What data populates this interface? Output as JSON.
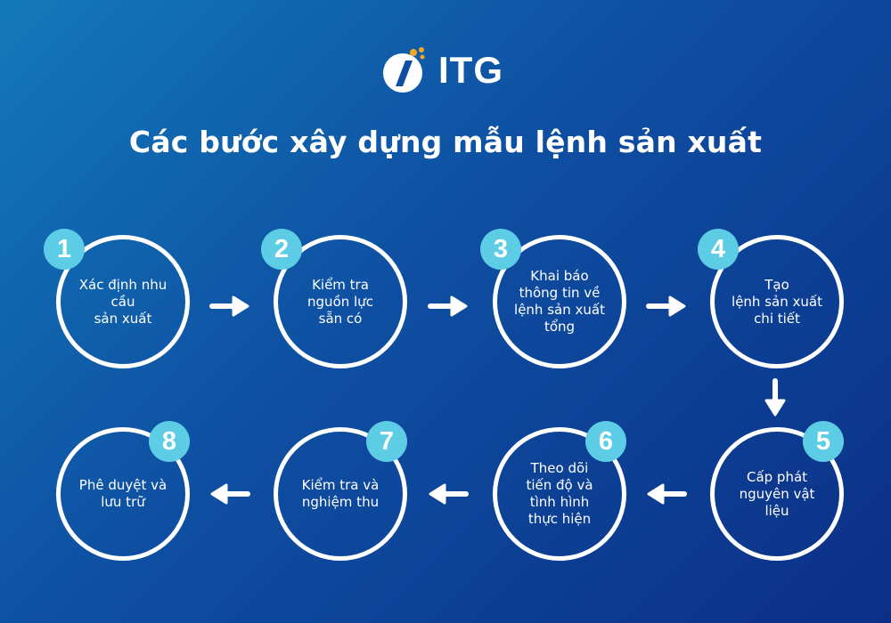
{
  "logo": {
    "text": "ITG",
    "icon": "itg-logo-icon"
  },
  "title": "Các bước xây dựng mẫu lệnh sản xuất",
  "steps": [
    {
      "number": "1",
      "label": "Xác định nhu\ncầu\nsản xuất"
    },
    {
      "number": "2",
      "label": "Kiểm tra\nnguồn lực\nsẵn có"
    },
    {
      "number": "3",
      "label": "Khai báo\nthông tin về\nlệnh sản xuất\ntổng"
    },
    {
      "number": "4",
      "label": "Tạo\nlệnh sản xuất\nchi tiết"
    },
    {
      "number": "5",
      "label": "Cấp phát\nnguyên vật\nliệu"
    },
    {
      "number": "6",
      "label": "Theo dõi\ntiến độ và\ntình hình\nthực hiện"
    },
    {
      "number": "7",
      "label": "Kiểm tra và\nnghiệm thu"
    },
    {
      "number": "8",
      "label": "Phê duyệt và\nlưu trữ"
    }
  ],
  "colors": {
    "number_badge": "#5dcde5",
    "ring": "#ffffff",
    "accent_dots": "#f5a623"
  }
}
